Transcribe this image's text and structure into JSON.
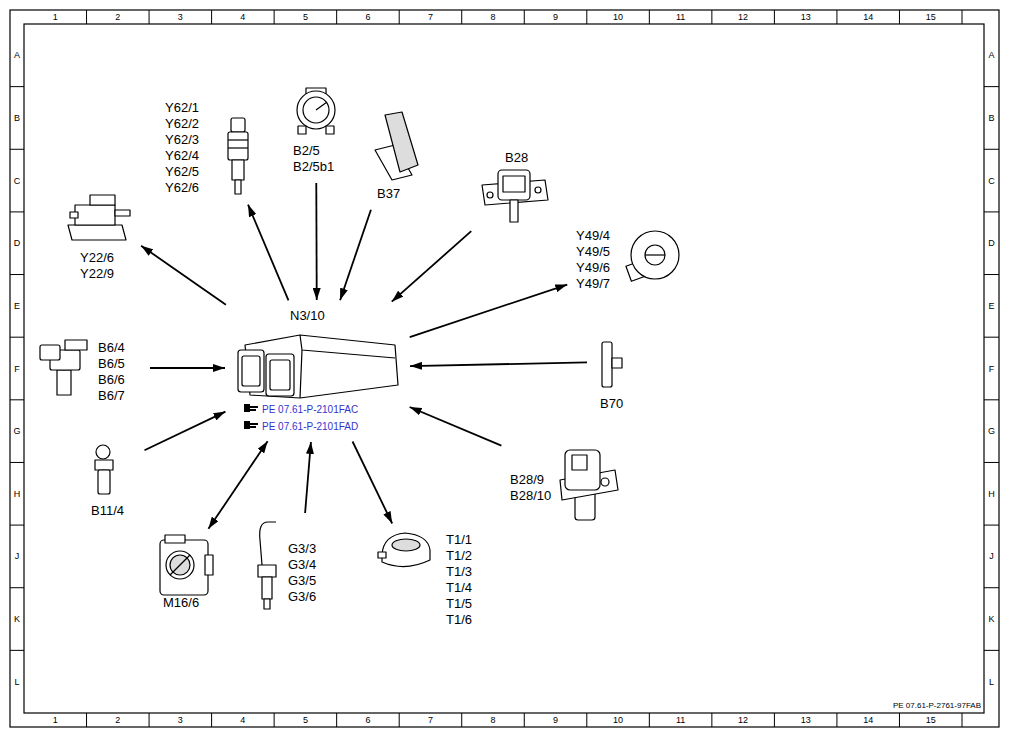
{
  "diagram": {
    "nodes": [
      {
        "text": [
          "N3/10",
          "PE 07.61-P-2101FAC",
          "PE 07.61-P-2101FAD"
        ]
      },
      {
        "text": [
          "Y62/1 Y62/2 Y62/3 Y62/4 Y62/5 Y62/6"
        ]
      },
      {
        "text": [
          "B2/5 B2/5b1"
        ]
      },
      {
        "text": [
          "B37"
        ]
      },
      {
        "text": [
          "B28"
        ]
      },
      {
        "text": [
          "Y22/6 Y22/9"
        ]
      },
      {
        "text": [
          "Y49/4 Y49/5 Y49/6 Y49/7"
        ]
      },
      {
        "text": [
          "B6/4 B6/5 B6/6 B6/7"
        ]
      },
      {
        "text": [
          "B70"
        ]
      },
      {
        "text": [
          "B11/4"
        ]
      },
      {
        "text": [
          "B28/9 B28/10"
        ]
      },
      {
        "text": [
          "M16/6"
        ]
      },
      {
        "text": [
          "G3/3 G3/4 G3/5 G3/6"
        ]
      },
      {
        "text": [
          "T1/1 T1/2 T1/3 T1/4 T1/5 T1/6"
        ]
      }
    ],
    "edges": [
      {
        "from": 0,
        "to": 1,
        "arrow": "to"
      },
      {
        "from": 2,
        "to": 0,
        "arrow": "to"
      },
      {
        "from": 3,
        "to": 0,
        "arrow": "to"
      },
      {
        "from": 4,
        "to": 0,
        "arrow": "to"
      },
      {
        "from": 0,
        "to": 5,
        "arrow": "to"
      },
      {
        "from": 0,
        "to": 6,
        "arrow": "to"
      },
      {
        "from": 7,
        "to": 0,
        "arrow": "to"
      },
      {
        "from": 8,
        "to": 0,
        "arrow": "to"
      },
      {
        "from": 10,
        "to": 0,
        "arrow": "to"
      },
      {
        "from": 9,
        "to": 0,
        "arrow": "to"
      },
      {
        "from": 0,
        "to": 11,
        "arrow": "both"
      },
      {
        "from": 12,
        "to": 0,
        "arrow": "to"
      },
      {
        "from": 0,
        "to": 13,
        "arrow": "to"
      }
    ],
    "labels": [
      "1",
      "2",
      "3",
      "4",
      "5",
      "6",
      "7",
      "8",
      "9",
      "10",
      "11",
      "12",
      "13",
      "14",
      "15",
      "1",
      "2",
      "3",
      "4",
      "5",
      "6",
      "7",
      "8",
      "9",
      "10",
      "11",
      "12",
      "13",
      "14",
      "15",
      "A",
      "B",
      "C",
      "D",
      "E",
      "F",
      "G",
      "H",
      "J",
      "K",
      "L",
      "A",
      "B",
      "C",
      "D",
      "E",
      "F",
      "G",
      "H",
      "J",
      "K",
      "L",
      "PE 07.61-P-2761-97FAB"
    ]
  }
}
